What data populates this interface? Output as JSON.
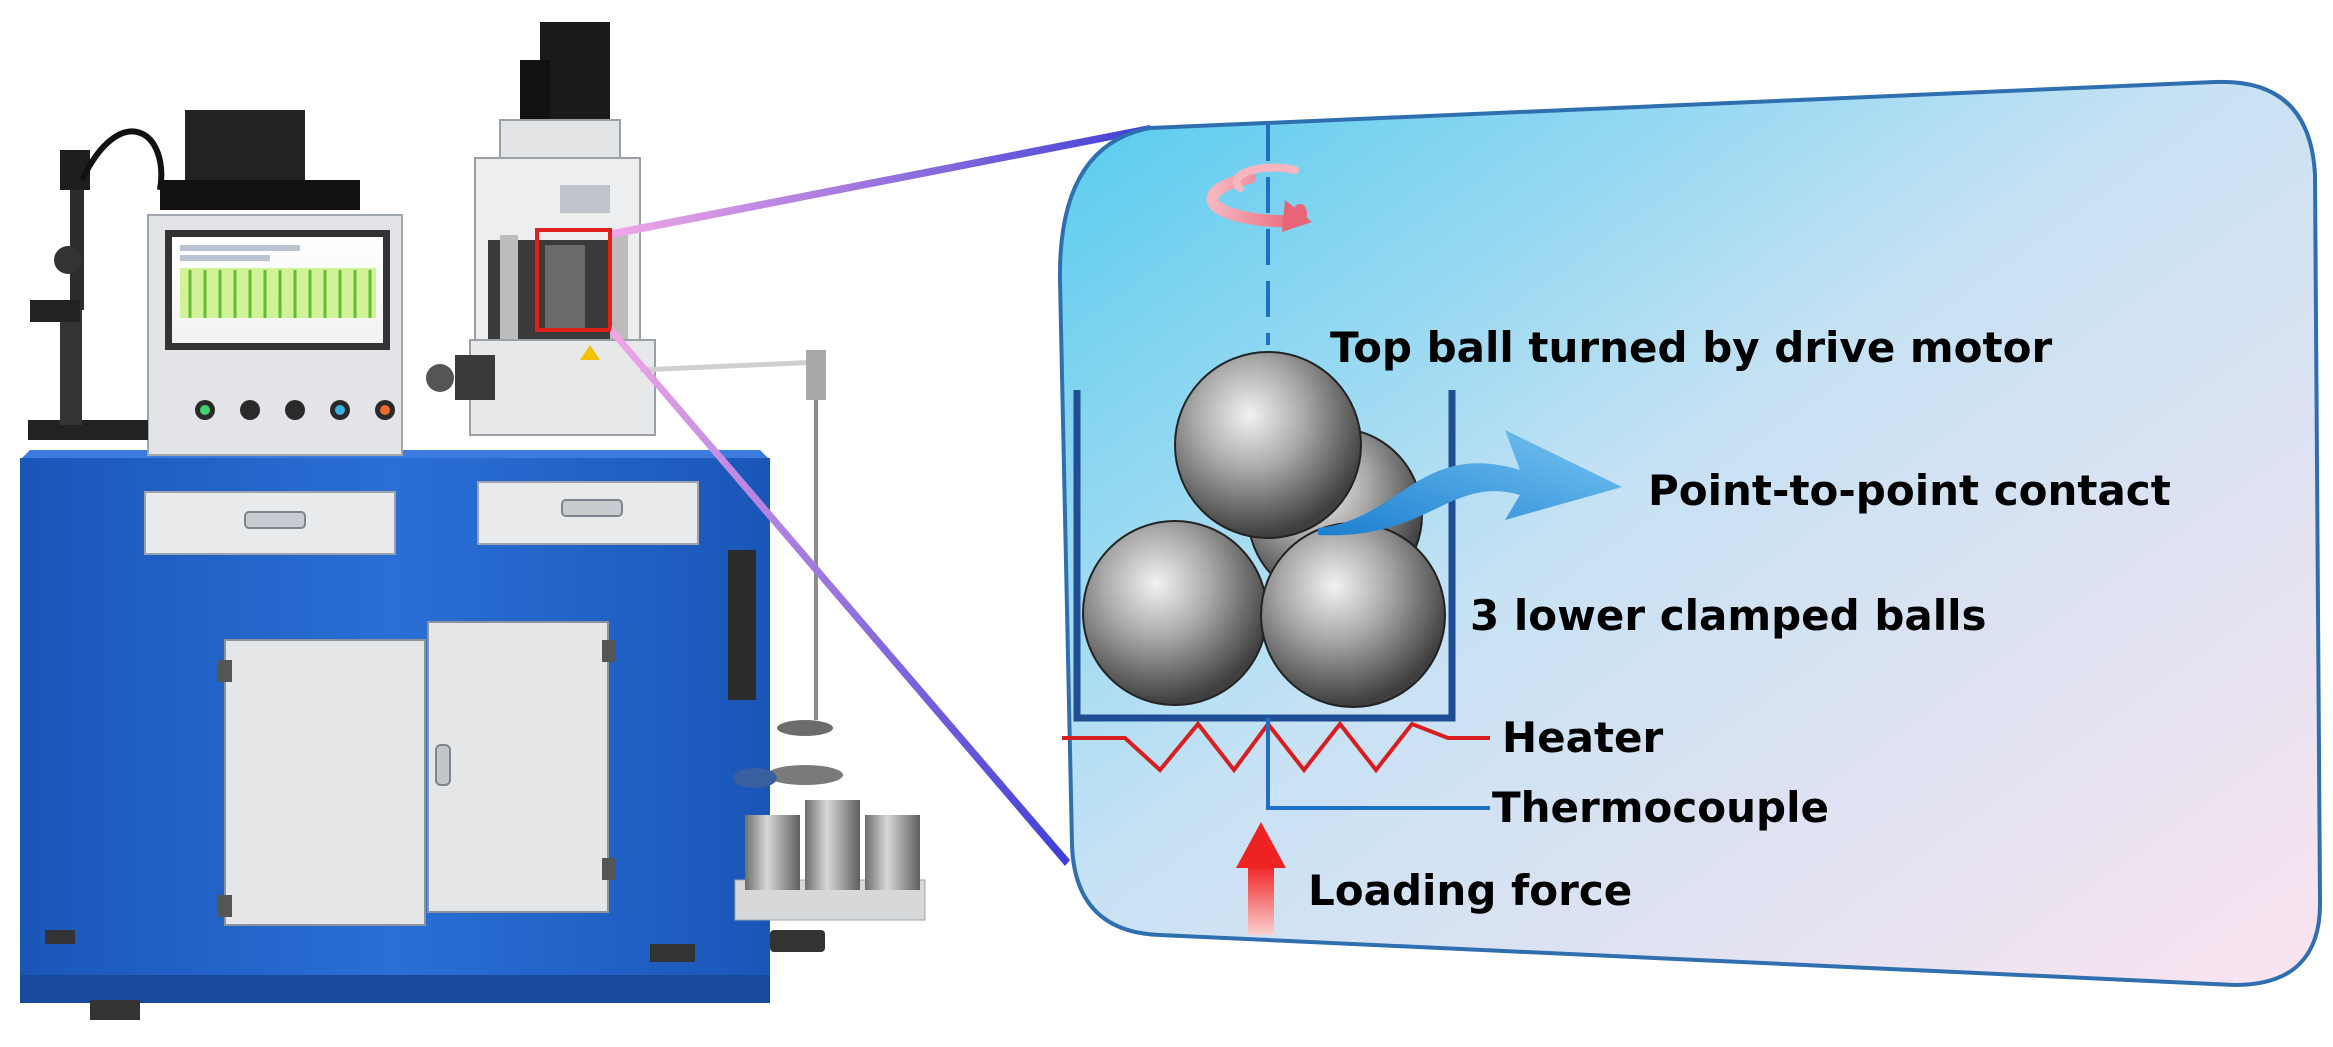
{
  "labels": {
    "top_ball": "Top ball turned by drive motor",
    "contact": "Point-to-point contact",
    "lower_balls": "3 lower clamped balls",
    "heater": "Heater",
    "thermocouple": "Thermocouple",
    "loading": "Loading force"
  },
  "colors": {
    "machine_body": "#1c5fc4",
    "machine_dark": "#174aa0",
    "panel_grey": "#e6e8eb",
    "callout_border": "#2f6fb0",
    "heater_red": "#d81e1e",
    "cup_blue": "#1f4e95",
    "zoom_box": "#e0201c",
    "force_arrow": "#f04040",
    "contact_arrow": "#2e8fd6"
  }
}
